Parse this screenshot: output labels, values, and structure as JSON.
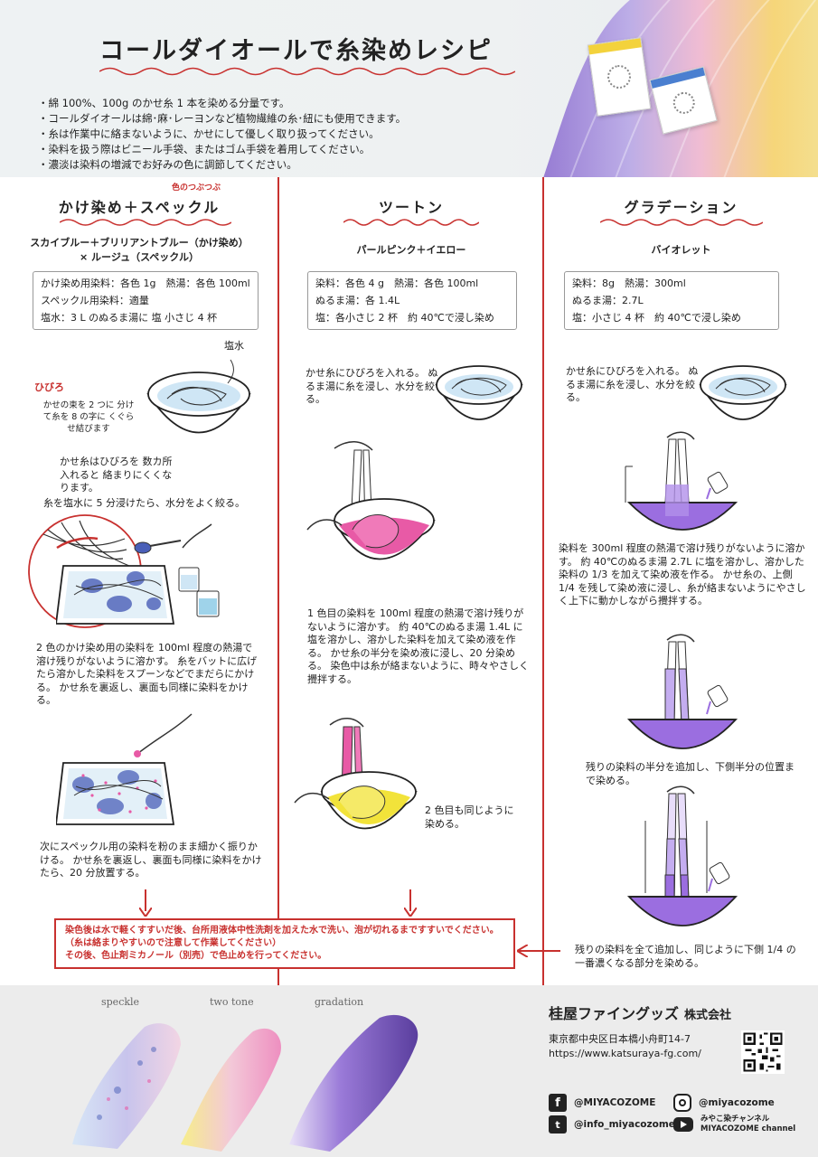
{
  "header": {
    "title": "コールダイオールで糸染めレシピ",
    "intro": [
      "綿 100%、100g のかせ糸 1 本を染める分量です。",
      "コールダイオールは綿･麻･レーヨンなど植物繊維の糸･紐にも使用できます。",
      "糸は作業中に絡まないように、かせにして優しく取り扱ってください。",
      "染料を扱う際はビニール手袋、またはゴム手袋を着用してください。",
      "濃淡は染料の増減でお好みの色に調節してください。"
    ]
  },
  "col1": {
    "subtitle": "色のつぶつぶ",
    "title": "かけ染め＋スペックル",
    "colors_line1": "スカイブルー＋ブリリアントブルー（かけ染め）",
    "colors_line2": "× ルージュ（スペックル）",
    "recipe": [
      "かけ染め用染料：各色 1g　熱湯：各色 100ml",
      "スペックル用染料：適量",
      "塩水：3 L のぬるま湯に 塩 小さじ 4 杯"
    ],
    "label_salt_water": "塩水",
    "label_hibiro": "ひびろ",
    "circle_text": "かせの束を 2 つに 分けて糸を 8 の字に くぐらせ結びます",
    "note_hibiro": "かせ糸はひびろを 数カ所入れると 絡まりにくくなります。",
    "step1": "糸を塩水に 5 分浸けたら、水分をよく絞る。",
    "step2": "2 色のかけ染め用の染料を 100ml 程度の熱湯で溶け残りがないように溶かす。 糸をバットに広げたら溶かした染料をスプーンなどでまだらにかける。 かせ糸を裏返し、裏面も同様に染料をかける。",
    "step3": "次にスペックル用の染料を粉のまま細かく振りかける。 かせ糸を裏返し、裏面も同様に染料をかけたら、20 分放置する。"
  },
  "col2": {
    "title": "ツートン",
    "colors": "パールピンク＋イエロー",
    "recipe": [
      "染料：各色 4 g　熱湯：各色 100ml",
      "ぬるま湯：各 1.4L",
      "塩：各小さじ 2 杯　約 40℃で浸し染め"
    ],
    "step1": "かせ糸にひびろを入れる。 ぬるま湯に糸を浸し、水分を絞る。",
    "step2": "1 色目の染料を 100ml 程度の熱湯で溶け残りがないように溶かす。 約 40℃のぬるま湯 1.4L に塩を溶かし、溶かした染料を加えて染め液を作る。 かせ糸の半分を染め液に浸し、20 分染める。 染色中は糸が絡まないように、時々やさしく攪拌する。",
    "step3": "2 色目も同じように 染める。"
  },
  "col3": {
    "title": "グラデーション",
    "colors": "バイオレット",
    "recipe": [
      "染料：8g　熱湯：300ml",
      "ぬるま湯：2.7L",
      "塩：小さじ 4 杯　約 40℃で浸し染め"
    ],
    "step1": "かせ糸にひびろを入れる。 ぬるま湯に糸を浸し、水分を絞る。",
    "step2": "染料を 300ml 程度の熱湯で溶け残りがないように溶かす。 約 40℃のぬるま湯 2.7L に塩を溶かし、溶かした染料の 1/3 を加えて染め液を作る。 かせ糸の、上側 1/4 を残して染め液に浸し、糸が絡まないようにやさしく上下に動かしながら攪拌する。",
    "step3": "残りの染料の半分を追加し、下側半分の位置まで染める。",
    "step4": "残りの染料を全て追加し、同じように下側 1/4 の一番濃くなる部分を染める。"
  },
  "notice": {
    "line1": "染色後は水で軽くすすいだ後、台所用液体中性洗剤を加えた水で洗い、泡が切れるまですすいでください。（糸は絡まりやすいので注意して作業してください）",
    "line2": "その後、色止剤ミカノール（別売）で色止めを行ってください。"
  },
  "footer": {
    "samples": [
      "speckle",
      "two tone",
      "gradation"
    ],
    "company": "桂屋ファイングッズ",
    "company_suffix": "株式会社",
    "address": "東京都中央区日本橋小舟町14-7",
    "url": "https://www.katsuraya-fg.com/",
    "facebook": "@MIYACOZOME",
    "instagram": "@miyacozome",
    "twitter": "@info_miyacozome",
    "youtube_line1": "みやこ染チャンネル",
    "youtube_line2": "MIYACOZOME channel"
  },
  "colors": {
    "accent_red": "#c8312f",
    "blue_dye": "#4a5fb8",
    "pink_dye": "#e85aa6",
    "yellow_dye": "#f2e33a",
    "violet_dye": "#9b6ee0"
  }
}
